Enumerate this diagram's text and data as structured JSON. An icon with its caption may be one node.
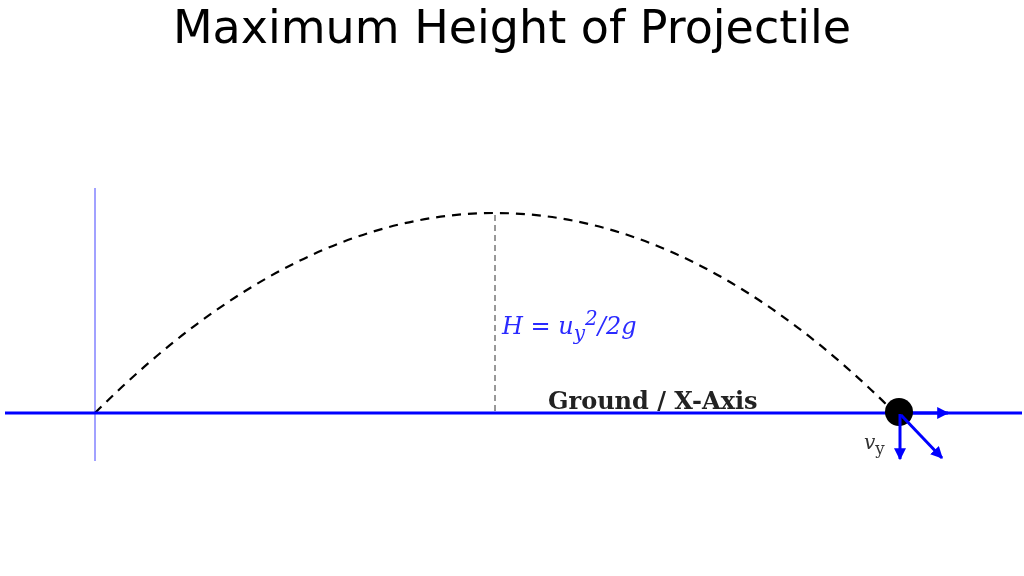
{
  "diagram": {
    "title": "Maximum Height of Projectile",
    "labels": [
      "H = u$_{y}$$^{2}$/2g",
      "Ground / X-Axis",
      "*v*$_{y}$"
    ]
  }
}
